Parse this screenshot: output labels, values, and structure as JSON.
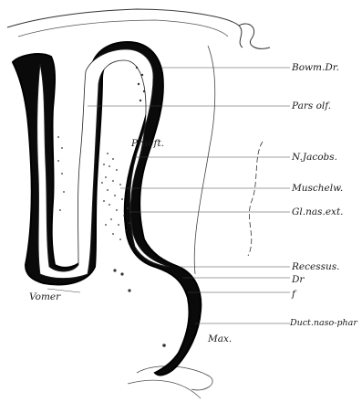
{
  "labels": {
    "bowm_dr": "Bowm.Dr.",
    "pars_olf": "Pars olf.",
    "praeft": "Praeft.",
    "n_jacobs": "N.Jacobs.",
    "muschelw": "Muschelw.",
    "gl_nas_ext": "Gl.nas.ext.",
    "recessus": "Recessus.",
    "dr": "Dr",
    "f": "f",
    "vomer": "Vomer",
    "duct_naso_phar": "Duct.naso-phar",
    "max": "Max."
  }
}
